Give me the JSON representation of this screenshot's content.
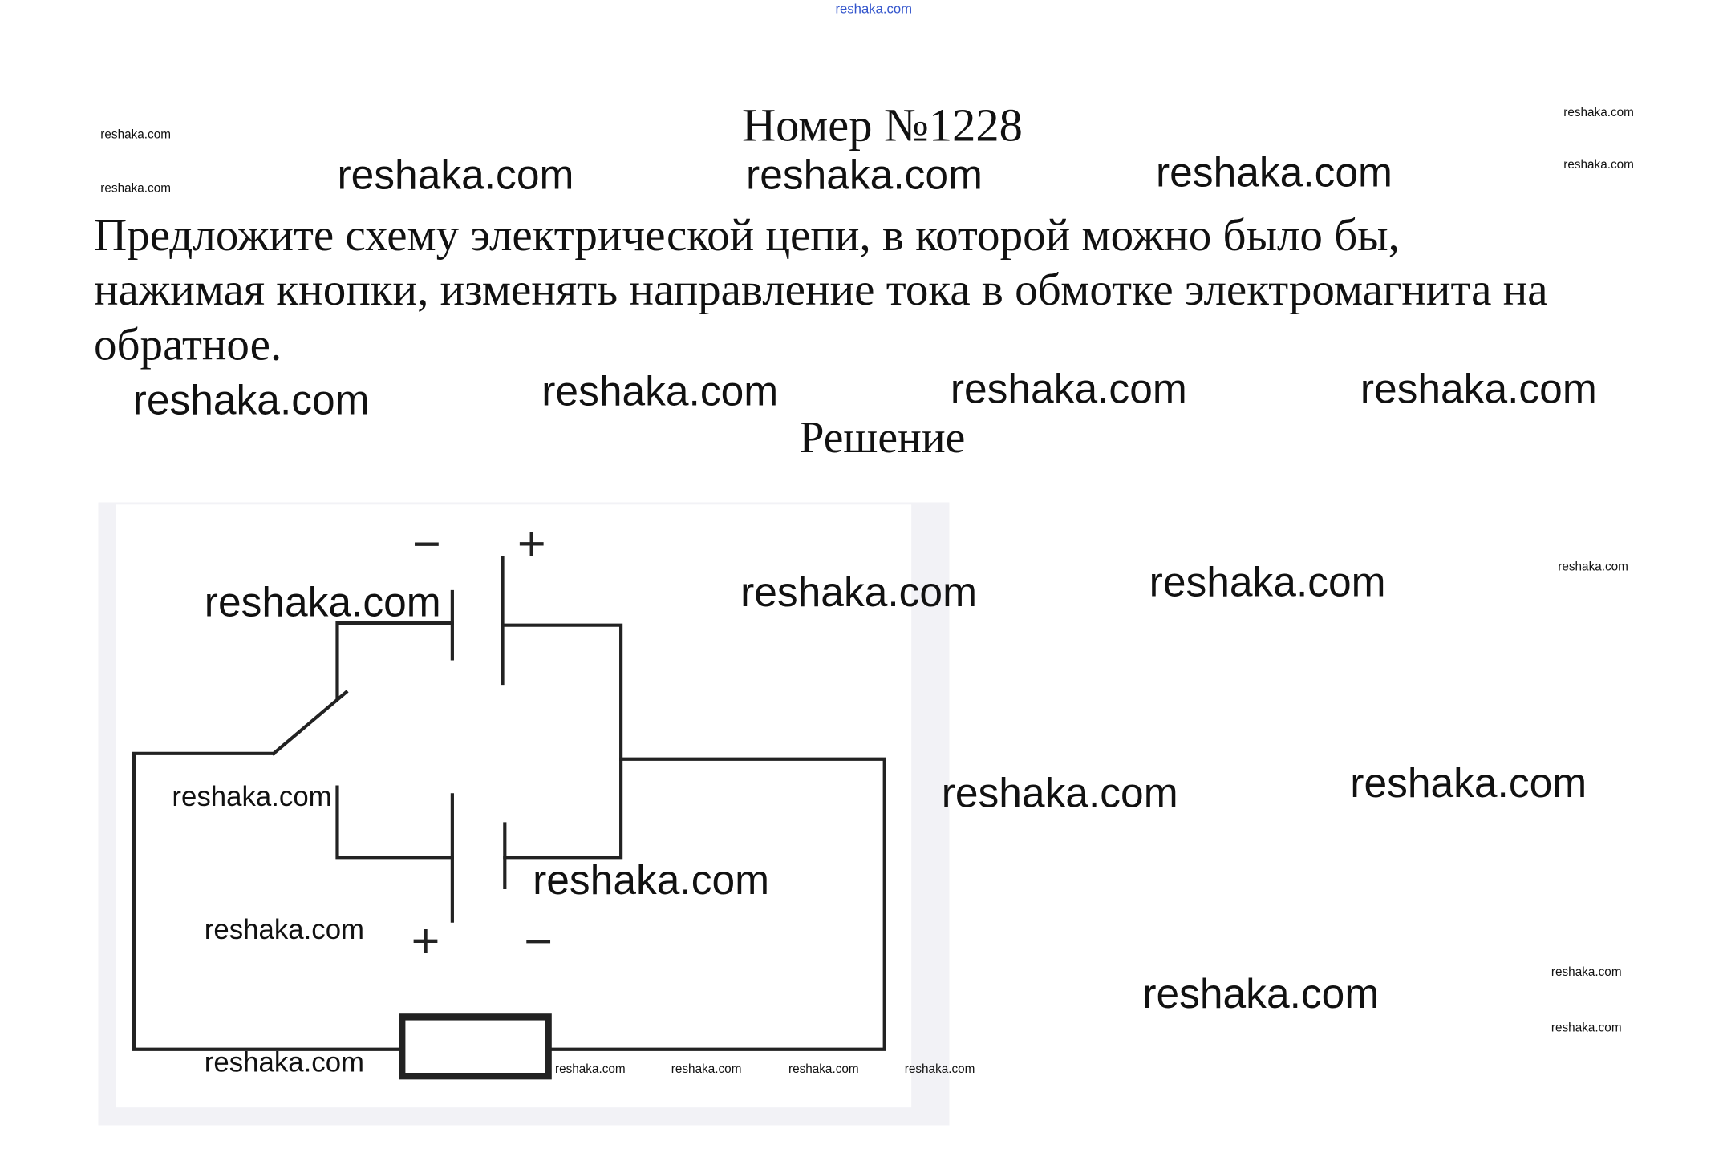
{
  "header": {
    "site_link": "reshaka.com"
  },
  "problem": {
    "title": "Номер №1228",
    "text_lines": [
      "Предложите схему электрической цепи, в которой можно было бы,",
      "нажимая кнопки, изменять направление тока в обмотке электромагнита на",
      "обратное."
    ]
  },
  "solution": {
    "heading": "Решение",
    "diagram": {
      "upper_battery_signs": {
        "left": "−",
        "right": "+"
      },
      "lower_battery_signs": {
        "left": "+",
        "right": "−"
      }
    }
  },
  "watermark": "reshaka.com"
}
